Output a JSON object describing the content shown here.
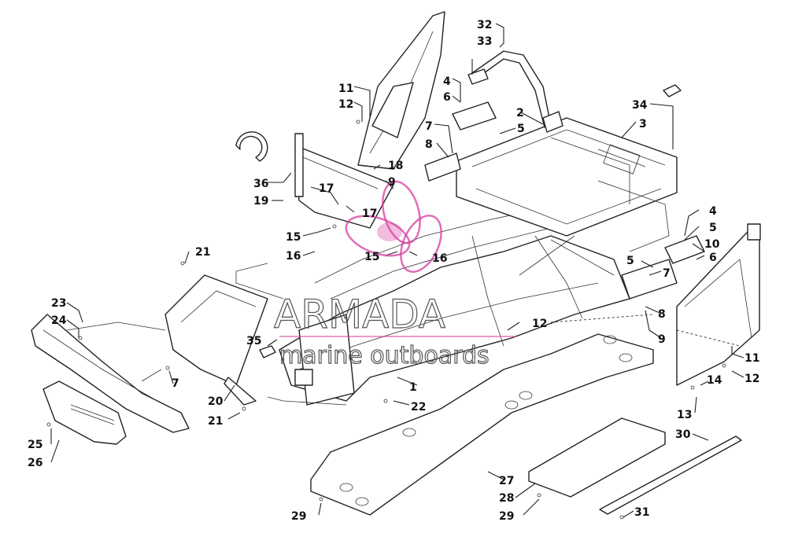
{
  "diagram": {
    "watermark": {
      "brand": "ARMADA",
      "tagline": "marine outboards",
      "logo_icon": "armada-flower-logo-icon",
      "accent": "#d63fa0"
    },
    "callouts": [
      {
        "id": "c32",
        "text": "32"
      },
      {
        "id": "c33",
        "text": "33"
      },
      {
        "id": "c4a",
        "text": "4"
      },
      {
        "id": "c6a",
        "text": "6"
      },
      {
        "id": "c11a",
        "text": "11"
      },
      {
        "id": "c12a",
        "text": "12"
      },
      {
        "id": "c2",
        "text": "2"
      },
      {
        "id": "c34",
        "text": "34"
      },
      {
        "id": "c3",
        "text": "3"
      },
      {
        "id": "c7a",
        "text": "7"
      },
      {
        "id": "c5a",
        "text": "5"
      },
      {
        "id": "c8a",
        "text": "8"
      },
      {
        "id": "c18",
        "text": "18"
      },
      {
        "id": "c9a",
        "text": "9"
      },
      {
        "id": "c36",
        "text": "36"
      },
      {
        "id": "c19",
        "text": "19"
      },
      {
        "id": "c17a",
        "text": "17"
      },
      {
        "id": "c17b",
        "text": "17"
      },
      {
        "id": "c15a",
        "text": "15"
      },
      {
        "id": "c16a",
        "text": "16"
      },
      {
        "id": "c15b",
        "text": "15"
      },
      {
        "id": "c16b",
        "text": "16"
      },
      {
        "id": "c21a",
        "text": "21"
      },
      {
        "id": "c4b",
        "text": "4"
      },
      {
        "id": "c5b",
        "text": "5"
      },
      {
        "id": "c10",
        "text": "10"
      },
      {
        "id": "c5c",
        "text": "5"
      },
      {
        "id": "c6b",
        "text": "6"
      },
      {
        "id": "c7b",
        "text": "7"
      },
      {
        "id": "c8b",
        "text": "8"
      },
      {
        "id": "c9b",
        "text": "9"
      },
      {
        "id": "c23",
        "text": "23"
      },
      {
        "id": "c24",
        "text": "24"
      },
      {
        "id": "c12b",
        "text": "12"
      },
      {
        "id": "c35",
        "text": "35"
      },
      {
        "id": "c11b",
        "text": "11"
      },
      {
        "id": "c12c",
        "text": "12"
      },
      {
        "id": "c7c",
        "text": "7"
      },
      {
        "id": "c1",
        "text": "1"
      },
      {
        "id": "c14",
        "text": "14"
      },
      {
        "id": "c20",
        "text": "20"
      },
      {
        "id": "c22",
        "text": "22"
      },
      {
        "id": "c21b",
        "text": "21"
      },
      {
        "id": "c13",
        "text": "13"
      },
      {
        "id": "c30",
        "text": "30"
      },
      {
        "id": "c25",
        "text": "25"
      },
      {
        "id": "c26",
        "text": "26"
      },
      {
        "id": "c27",
        "text": "27"
      },
      {
        "id": "c28",
        "text": "28"
      },
      {
        "id": "c29a",
        "text": "29"
      },
      {
        "id": "c29b",
        "text": "29"
      },
      {
        "id": "c31",
        "text": "31"
      }
    ]
  }
}
